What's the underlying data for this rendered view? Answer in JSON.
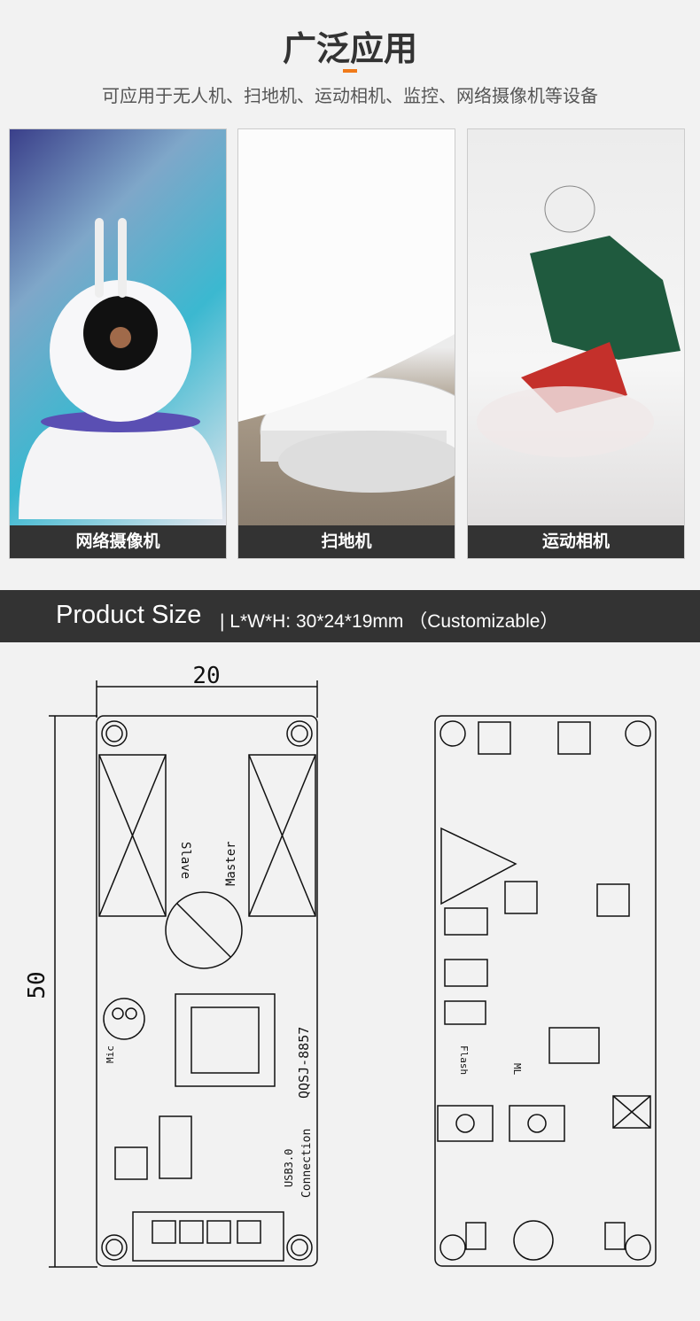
{
  "header": {
    "title": "广泛应用",
    "subtitle": "可应用于无人机、扫地机、运动相机、监控、网络摄像机等设备"
  },
  "applications": [
    {
      "label": "网络摄像机"
    },
    {
      "label": "扫地机"
    },
    {
      "label": "运动相机"
    }
  ],
  "product_size": {
    "heading": "Product Size",
    "details": "| L*W*H: 30*24*19mm （Customizable）"
  },
  "drawing": {
    "width_dim": "20",
    "height_dim": "50",
    "labels": {
      "slave": "Slave",
      "master": "Master",
      "mic": "Mic",
      "model": "QQSJ-8857",
      "usb": "USB3.0",
      "connection": "Connection",
      "flash": "Flash",
      "ml": "ML"
    }
  },
  "colors": {
    "accent": "#f07a1a",
    "bar": "#333333"
  }
}
